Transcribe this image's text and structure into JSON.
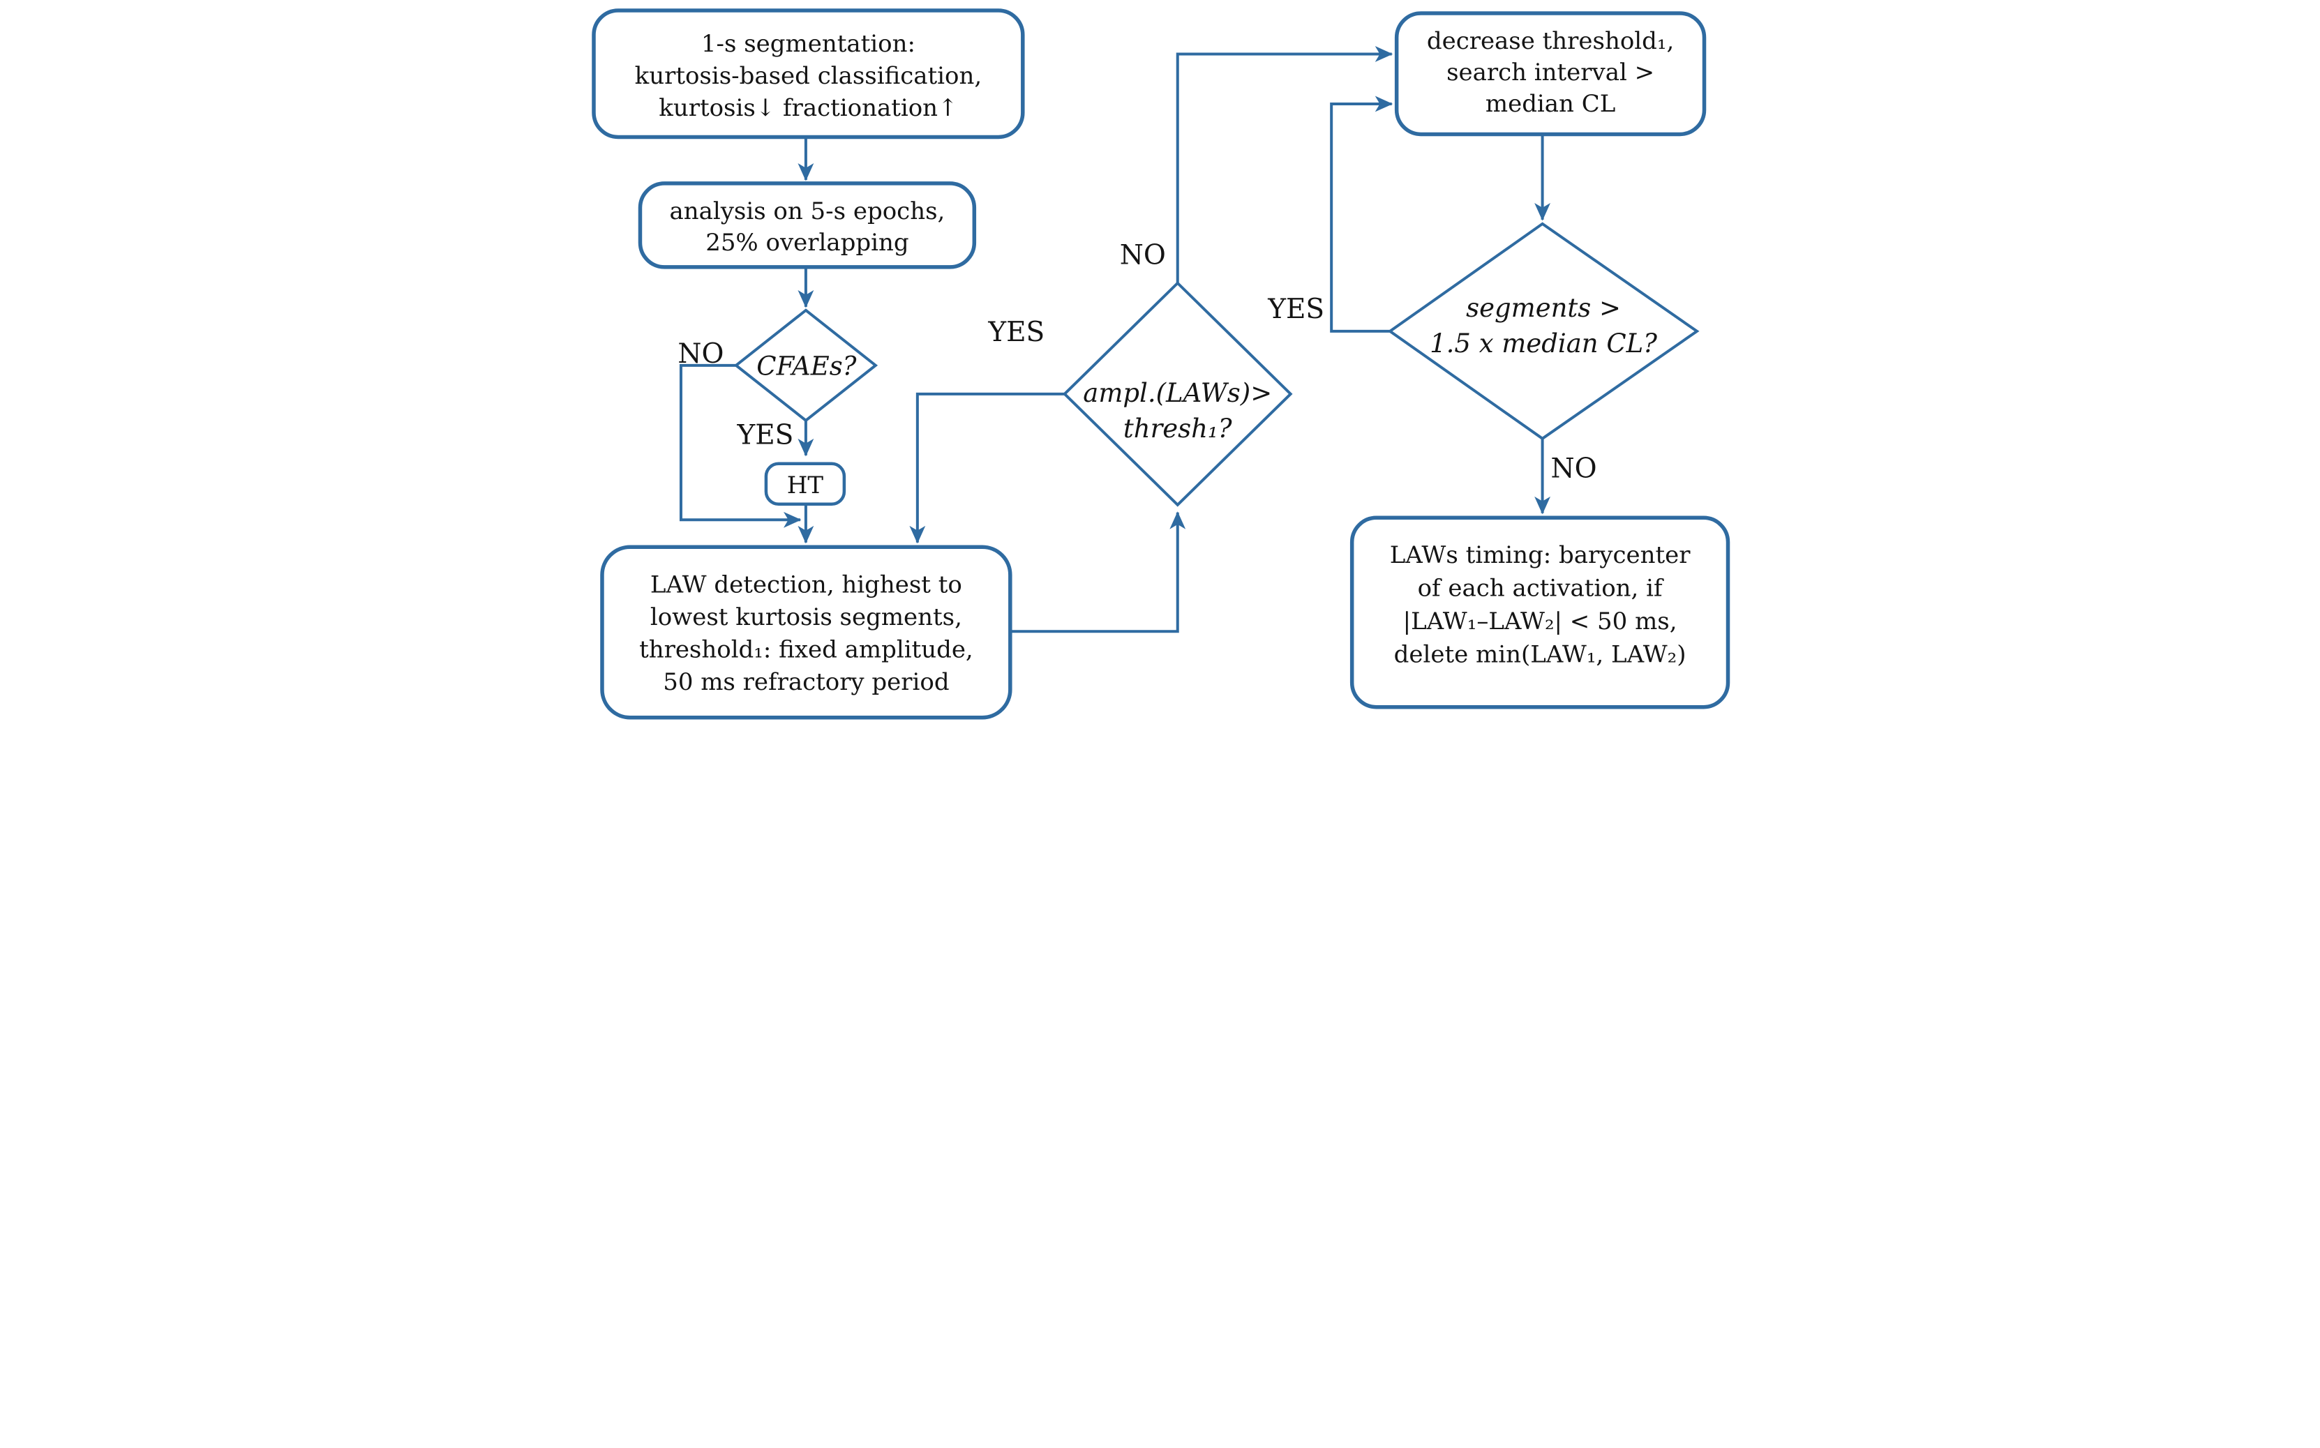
{
  "palette": {
    "line_color": "#2f6ba1",
    "text_color": "#141414",
    "background_color": "#ffffff"
  },
  "nodes": {
    "segmentation": {
      "lines": [
        "1-s segmentation:",
        "kurtosis-based classification,",
        "kurtosis↓ fractionation↑"
      ]
    },
    "epochs": {
      "lines": [
        "analysis on 5-s epochs,",
        "25% overlapping"
      ]
    },
    "cfaes": {
      "label": "CFAEs?"
    },
    "ht": {
      "label": "HT"
    },
    "law_detection": {
      "lines": [
        "LAW detection, highest to",
        "lowest kurtosis segments,",
        "threshold₁: fixed amplitude,",
        "50 ms refractory period"
      ]
    },
    "ampl": {
      "lines": [
        "ampl.(LAWs)>",
        "thresh₁?"
      ]
    },
    "decrease": {
      "lines": [
        "decrease threshold₁,",
        "search interval >",
        "median CL"
      ]
    },
    "segments": {
      "lines": [
        "segments >",
        "1.5 x median CL?"
      ]
    },
    "laws_timing": {
      "lines": [
        "LAWs timing: barycenter",
        "of each activation, if",
        "|LAW₁–LAW₂| < 50 ms,",
        "delete min(LAW₁, LAW₂)"
      ]
    }
  },
  "edge_labels": {
    "cfaes_no": "NO",
    "cfaes_yes": "YES",
    "ampl_yes": "YES",
    "ampl_no": "NO",
    "segments_yes": "YES",
    "segments_no": "NO"
  }
}
